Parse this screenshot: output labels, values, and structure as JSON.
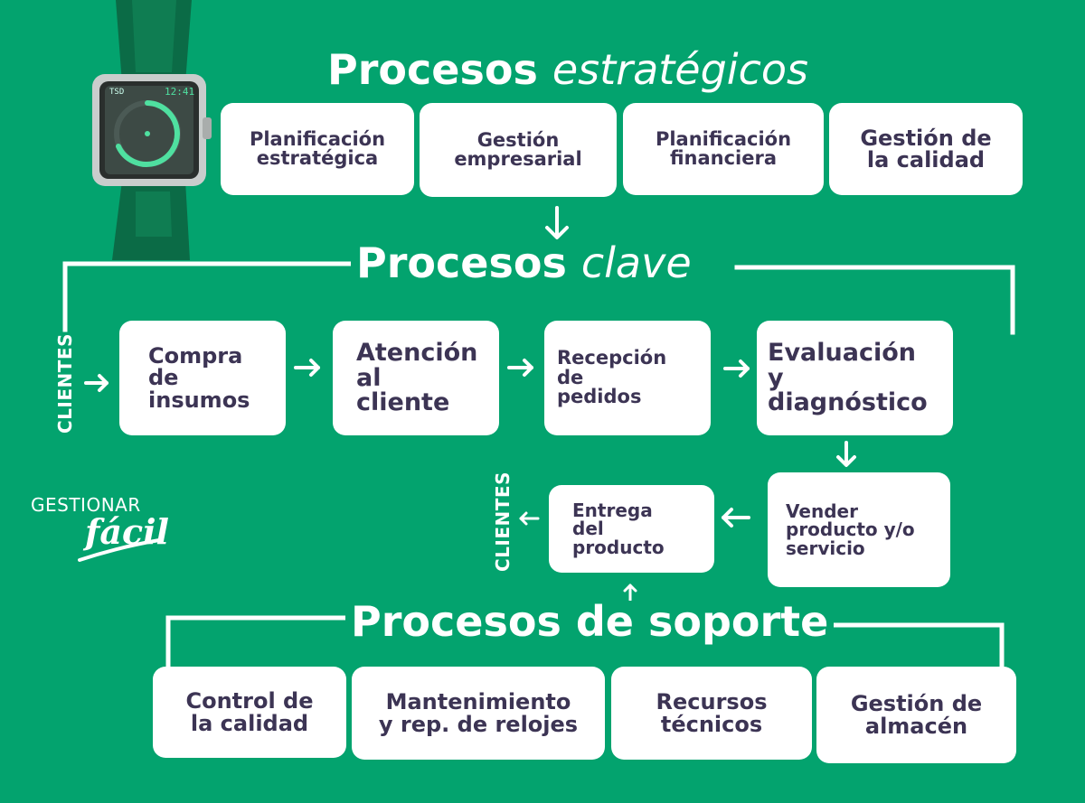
{
  "headings": {
    "strategic": {
      "bold": "Procesos",
      "italic": "estratégicos"
    },
    "key": {
      "bold": "Procesos",
      "italic": "clave"
    },
    "support": {
      "bold": "Procesos de soporte",
      "italic": ""
    }
  },
  "strategic_boxes": [
    "Planificación\nestratégica",
    "Gestión\nempresarial",
    "Planificación\nfinanciera",
    "Gestión de\nla calidad"
  ],
  "key_boxes": [
    "Compra\nde\ninsumos",
    "Atención\nal\ncliente",
    "Recepción\nde\npedidos",
    "Evaluación\ny\ndiagnóstico",
    "Vender\nproducto y/o\nservicio",
    "Entrega\ndel\nproducto"
  ],
  "support_boxes": [
    "Control de\nla calidad",
    "Mantenimiento\ny rep.  de relojes",
    "Recursos\ntécnicos",
    "Gestión de\nalmacén"
  ],
  "clients_label": "CLIENTES",
  "logo": {
    "top": "GESTIONAR",
    "bottom": "fácil"
  },
  "watch": {
    "brand": "TSD",
    "time": "12:41"
  },
  "colors": {
    "background": "#03a36e",
    "box": "#ffffff",
    "box_text": "#3c3454",
    "watch_strap": "#0b6b46",
    "watch_face": "#2f3f3a",
    "watch_accent": "#4fe0a0"
  }
}
